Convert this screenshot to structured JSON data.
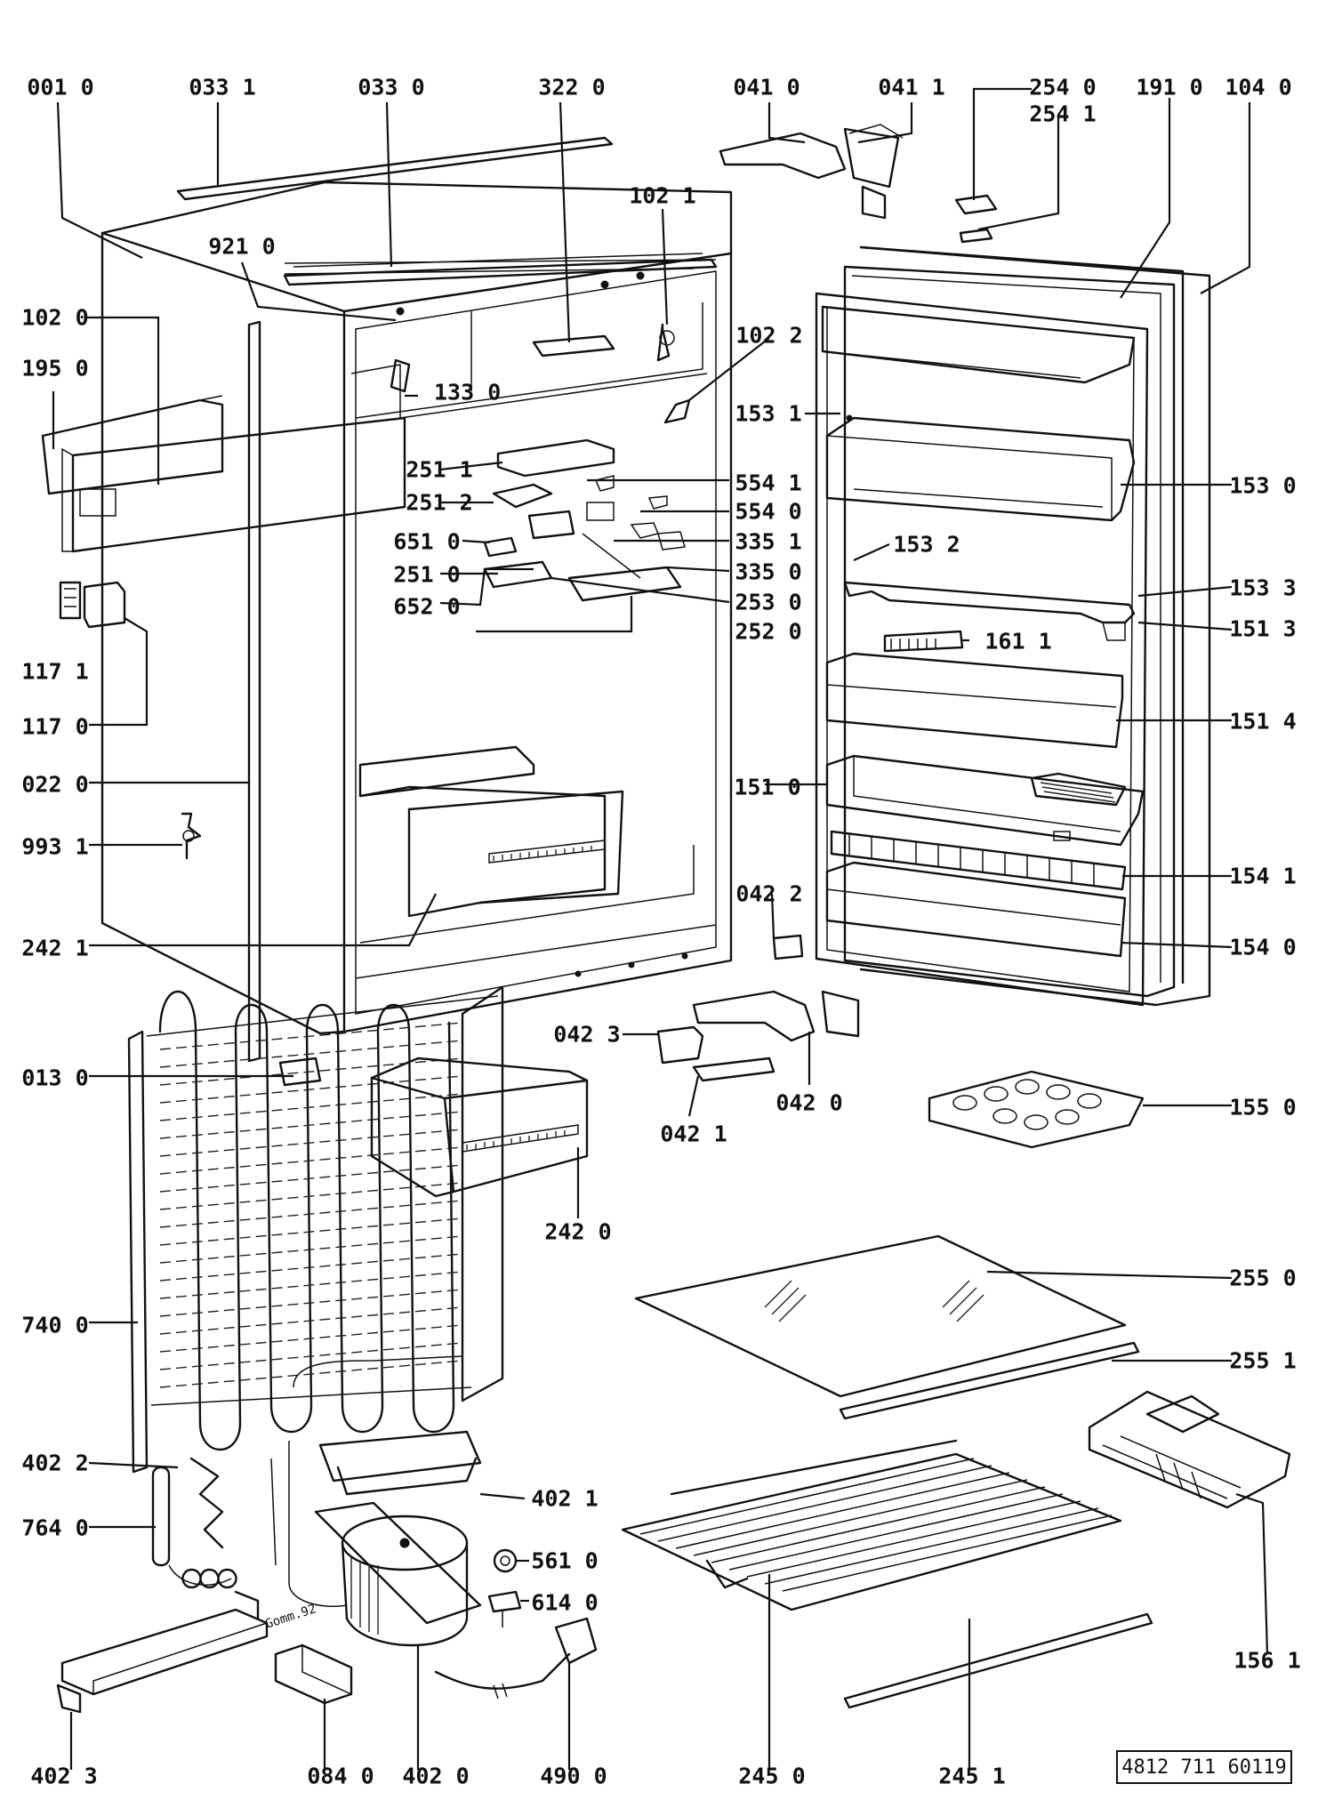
{
  "diagram": {
    "reference": "4812 711 60119",
    "stamp": "Gomm.92",
    "part_labels": [
      {
        "id": "l-0010",
        "text": "001 0"
      },
      {
        "id": "l-0331",
        "text": "033 1"
      },
      {
        "id": "l-0330",
        "text": "033 0"
      },
      {
        "id": "l-3220",
        "text": "322 0"
      },
      {
        "id": "l-0410",
        "text": "041 0"
      },
      {
        "id": "l-0411",
        "text": "041 1"
      },
      {
        "id": "l-2540",
        "text": "254 0"
      },
      {
        "id": "l-2541",
        "text": "254 1"
      },
      {
        "id": "l-1910",
        "text": "191 0"
      },
      {
        "id": "l-1040",
        "text": "104 0"
      },
      {
        "id": "l-1021",
        "text": "102 1"
      },
      {
        "id": "l-9210",
        "text": "921 0"
      },
      {
        "id": "l-1020",
        "text": "102 0"
      },
      {
        "id": "l-1950",
        "text": "195 0"
      },
      {
        "id": "l-1022",
        "text": "102 2"
      },
      {
        "id": "l-1330",
        "text": "133 0"
      },
      {
        "id": "l-1531",
        "text": "153 1"
      },
      {
        "id": "l-2511",
        "text": "251 1"
      },
      {
        "id": "l-5541",
        "text": "554 1"
      },
      {
        "id": "l-1530",
        "text": "153 0"
      },
      {
        "id": "l-2512",
        "text": "251 2"
      },
      {
        "id": "l-5540",
        "text": "554 0"
      },
      {
        "id": "l-6510",
        "text": "651 0"
      },
      {
        "id": "l-3351",
        "text": "335 1"
      },
      {
        "id": "l-1532",
        "text": "153 2"
      },
      {
        "id": "l-2510",
        "text": "251 0"
      },
      {
        "id": "l-3350",
        "text": "335 0"
      },
      {
        "id": "l-6520",
        "text": "652 0"
      },
      {
        "id": "l-2530",
        "text": "253 0"
      },
      {
        "id": "l-1533",
        "text": "153 3"
      },
      {
        "id": "l-2520",
        "text": "252 0"
      },
      {
        "id": "l-1513",
        "text": "151 3"
      },
      {
        "id": "l-1171",
        "text": "117 1"
      },
      {
        "id": "l-1611",
        "text": "161 1"
      },
      {
        "id": "l-1170",
        "text": "117 0"
      },
      {
        "id": "l-1514",
        "text": "151 4"
      },
      {
        "id": "l-0220",
        "text": "022 0"
      },
      {
        "id": "l-1510",
        "text": "151 0"
      },
      {
        "id": "l-9931",
        "text": "993 1"
      },
      {
        "id": "l-1541",
        "text": "154 1"
      },
      {
        "id": "l-0422",
        "text": "042 2"
      },
      {
        "id": "l-2421",
        "text": "242 1"
      },
      {
        "id": "l-1540",
        "text": "154 0"
      },
      {
        "id": "l-0423",
        "text": "042 3"
      },
      {
        "id": "l-0130",
        "text": "013 0"
      },
      {
        "id": "l-0420",
        "text": "042 0"
      },
      {
        "id": "l-1550",
        "text": "155 0"
      },
      {
        "id": "l-0421",
        "text": "042 1"
      },
      {
        "id": "l-2420",
        "text": "242 0"
      },
      {
        "id": "l-2550",
        "text": "255 0"
      },
      {
        "id": "l-7400",
        "text": "740 0"
      },
      {
        "id": "l-2551",
        "text": "255 1"
      },
      {
        "id": "l-4022",
        "text": "402 2"
      },
      {
        "id": "l-4021",
        "text": "402 1"
      },
      {
        "id": "l-7640",
        "text": "764 0"
      },
      {
        "id": "l-5610",
        "text": "561 0"
      },
      {
        "id": "l-6140",
        "text": "614 0"
      },
      {
        "id": "l-1561",
        "text": "156 1"
      },
      {
        "id": "l-4023",
        "text": "402 3"
      },
      {
        "id": "l-0840",
        "text": "084 0"
      },
      {
        "id": "l-4020",
        "text": "402 0"
      },
      {
        "id": "l-4900",
        "text": "490 0"
      },
      {
        "id": "l-2450",
        "text": "245 0"
      },
      {
        "id": "l-2451",
        "text": "245 1"
      }
    ]
  }
}
